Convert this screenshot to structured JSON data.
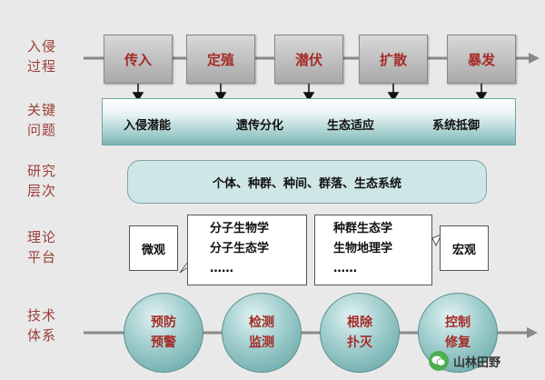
{
  "row_labels": [
    {
      "line1": "入侵",
      "line2": "过程"
    },
    {
      "line1": "关键",
      "line2": "问题"
    },
    {
      "line1": "研究",
      "line2": "层次"
    },
    {
      "line1": "理论",
      "line2": "平台"
    },
    {
      "line1": "技术",
      "line2": "体系"
    }
  ],
  "stages": [
    "传入",
    "定殖",
    "潜伏",
    "扩散",
    "暴发"
  ],
  "key_issues": [
    "入侵潜能",
    "遗传分化",
    "生态适应",
    "系统抵御"
  ],
  "research_levels": "个体、种群、种间、群落、生态系统",
  "theory": {
    "micro_label": "微观",
    "micro_items": [
      "分子生物学",
      "分子生态学",
      "……"
    ],
    "macro_items": [
      "种群生态学",
      "生物地理学",
      "……"
    ],
    "macro_label": "宏观"
  },
  "techniques": [
    {
      "line1": "预防",
      "line2": "预警"
    },
    {
      "line1": "检测",
      "line2": "监测"
    },
    {
      "line1": "根除",
      "line2": "扑灭"
    },
    {
      "line1": "控制",
      "line2": "修复"
    }
  ],
  "watermark": "山林田野",
  "colors": {
    "label_red": "#9b3f3a",
    "stage_text": "#a42b26",
    "band_teal": "#9ecaca",
    "circle_teal": "#5d9f9f",
    "background": "#e9e9e9"
  }
}
